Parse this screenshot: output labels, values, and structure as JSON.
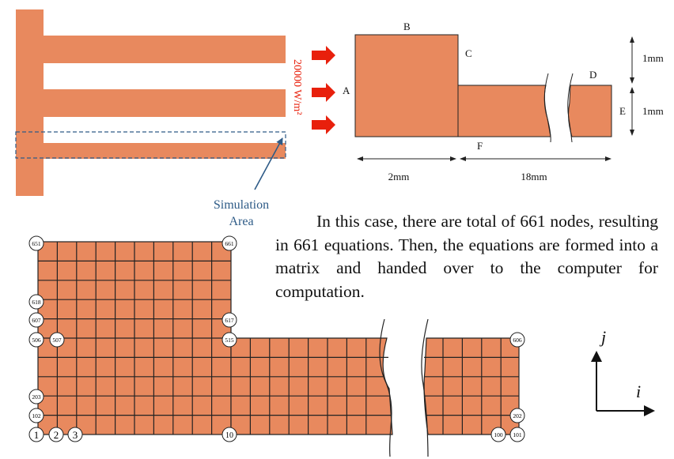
{
  "colors": {
    "fill": "#E8895E",
    "stroke": "#222222",
    "arrow": "#E8200C",
    "heat_flux_text": "#E8200C",
    "annotation": "#2E5B87"
  },
  "top_left": {
    "heat_flux_label": "20000 W/m²",
    "simulation_label_line1": "Simulation",
    "simulation_label_line2": "Area"
  },
  "domain_schematic": {
    "edge_labels": {
      "a": "A",
      "b": "B",
      "c": "C",
      "d": "D",
      "e": "E",
      "f": "F"
    },
    "dimensions": {
      "width_left": "2mm",
      "width_right": "18mm",
      "height_top": "1mm",
      "height_bottom": "1mm"
    }
  },
  "paragraph": "In this case, there are total of 661 nodes, resulting in 661 equations. Then, the equations are formed into a matrix and handed over to the computer for computation.",
  "grid_nodes": {
    "n651": "651",
    "n661": "661",
    "n618": "618",
    "n607": "607",
    "n617": "617",
    "n506": "506",
    "n507": "507",
    "n515": "515",
    "n606": "606",
    "n203": "203",
    "n102": "102",
    "n202": "202",
    "n1": "1",
    "n2": "2",
    "n3": "3",
    "n10": "10",
    "n100": "100",
    "n101": "101"
  },
  "axes": {
    "j": "j",
    "i": "i"
  }
}
